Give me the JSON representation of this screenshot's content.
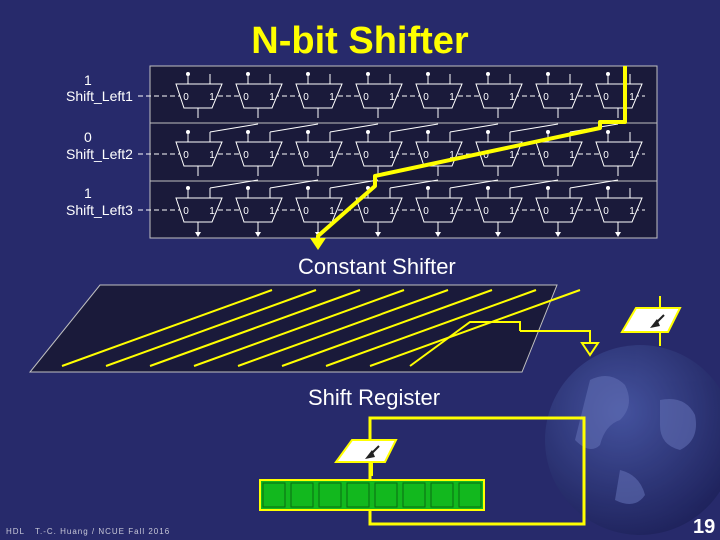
{
  "title": "N-bit Shifter",
  "controls": [
    {
      "value": "1",
      "name": "Shift_Left1"
    },
    {
      "value": "0",
      "name": "Shift_Left2"
    },
    {
      "value": "1",
      "name": "Shift_Left3"
    }
  ],
  "mux_inputs": [
    "0",
    "1"
  ],
  "sections": {
    "constant_shifter": "Constant Shifter",
    "shift_register": "Shift Register"
  },
  "footer": {
    "course": "HDL",
    "credit": "T.-C. Huang / NCUE  Fall 2016",
    "page": "19"
  },
  "colors": {
    "background": "#272a6b",
    "title": "#ffff00",
    "highlight": "#ffff00",
    "register_cells": "#12b81e",
    "register_fill": "#ffffff",
    "panel": "#1a1a3a",
    "lines": "#ffffff"
  }
}
